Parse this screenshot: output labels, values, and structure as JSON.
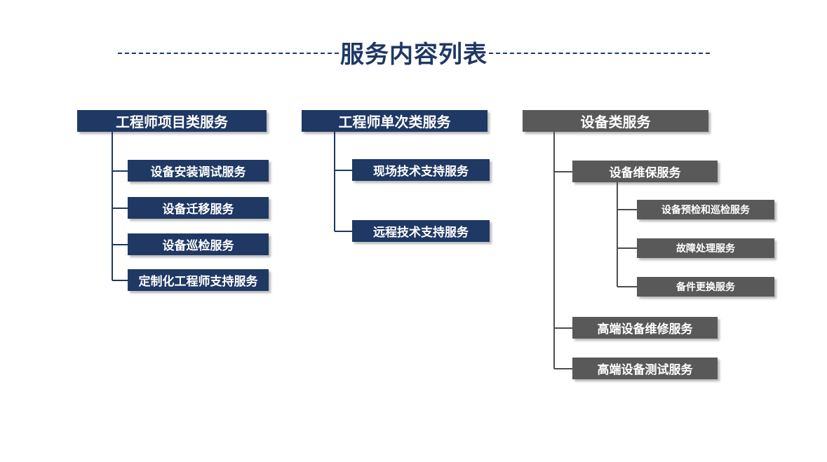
{
  "slide": {
    "title": "服务内容列表"
  },
  "colors": {
    "navy": "#1f3864",
    "gray": "#595959",
    "line_gray": "#4d4d4d"
  },
  "columns": [
    {
      "header": "工程师项目类服务",
      "items": [
        {
          "label": "设备安装调试服务"
        },
        {
          "label": "设备迁移服务"
        },
        {
          "label": "设备巡检服务"
        },
        {
          "label": "定制化工程师支持服务"
        }
      ]
    },
    {
      "header": "工程师单次类服务",
      "items": [
        {
          "label": "现场技术支持服务"
        },
        {
          "label": "远程技术支持服务"
        }
      ]
    },
    {
      "header": "设备类服务",
      "items": [
        {
          "label": "设备维保服务",
          "children": [
            {
              "label": "设备预检和巡检服务"
            },
            {
              "label": "故障处理服务"
            },
            {
              "label": "备件更换服务"
            }
          ]
        },
        {
          "label": "高端设备维修服务"
        },
        {
          "label": "高端设备测试服务"
        }
      ]
    }
  ]
}
